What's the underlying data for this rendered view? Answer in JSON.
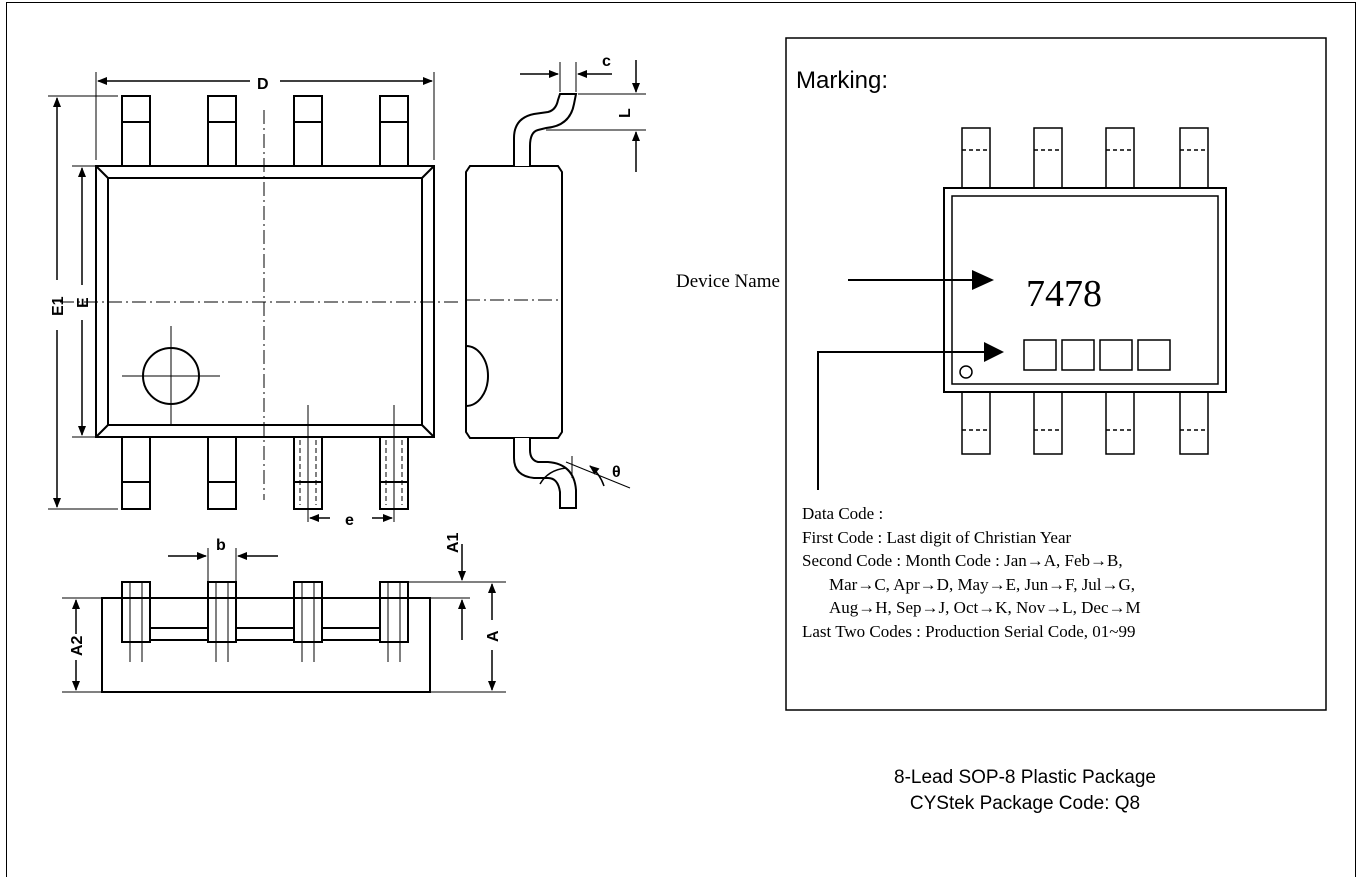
{
  "dimension_labels": {
    "D": "D",
    "E1": "E1",
    "E": "E",
    "c": "c",
    "L": "L",
    "theta": "θ",
    "e": "e",
    "b": "b",
    "A1": "A1",
    "A2": "A2",
    "A": "A"
  },
  "marking": {
    "title": "Marking:",
    "device_name_label": "Device Name",
    "device_code": "7478",
    "date_code_lines": [
      "Data Code :",
      "First Code : Last digit of Christian Year",
      "Second Code : Month Code : Jan→A, Feb→B,",
      "Mar→C, Apr→D, May→E, Jun→F, Jul→G,",
      "Aug→H, Sep→J, Oct→K, Nov→L, Dec→M",
      "Last Two Codes : Production Serial Code, 01~99"
    ]
  },
  "package": {
    "line1": "8-Lead SOP-8 Plastic Package",
    "line2": "CYStek Package Code: Q8"
  }
}
